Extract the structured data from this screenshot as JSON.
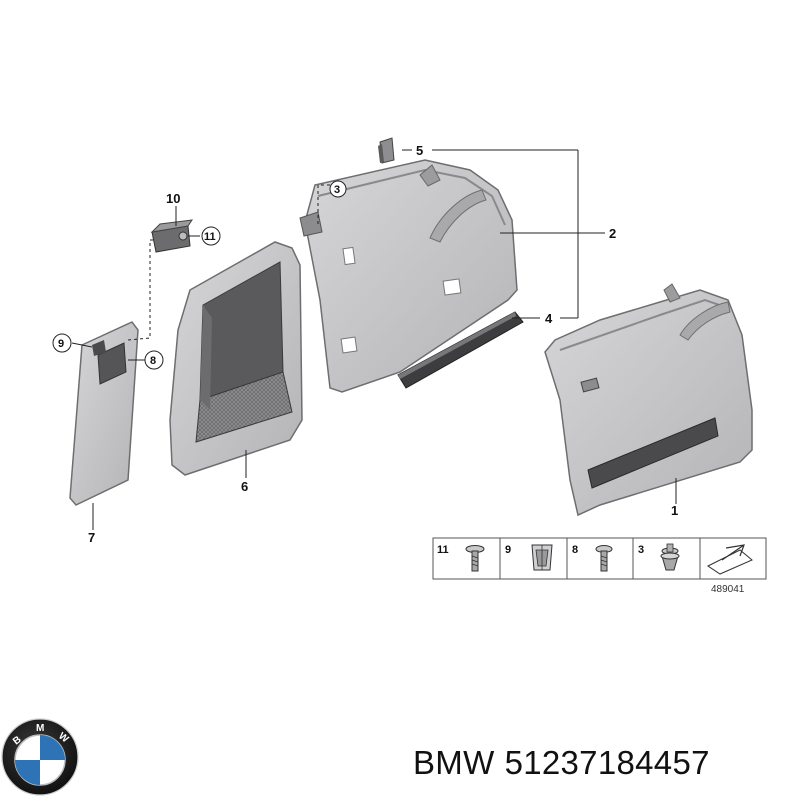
{
  "brand": "BMW",
  "part_number": "51237184457",
  "figure_number": "489041",
  "logo": {
    "letters": [
      "B",
      "M",
      "W"
    ],
    "blue": "#2f73b7",
    "dark": "#1a1a1a"
  },
  "callouts": {
    "c1": "1",
    "c2": "2",
    "c3": "3",
    "c4": "4",
    "c5": "5",
    "c6": "6",
    "c7": "7",
    "c8": "8",
    "c9": "9",
    "c10": "10",
    "c11": "11"
  },
  "fastener_legend": [
    {
      "number": "11",
      "part": "screw-icon"
    },
    {
      "number": "9",
      "part": "clip-nut-icon"
    },
    {
      "number": "8",
      "part": "screw-icon"
    },
    {
      "number": "3",
      "part": "expanding-rivet-icon"
    },
    {
      "number": "",
      "part": "direction-arrow-icon"
    }
  ],
  "colors": {
    "panel_fill": "#c8c8ca",
    "panel_edge": "#7a7a7c",
    "panel_shadow": "#9c9c9f",
    "mat": "#4a4a4c",
    "line": "#222222"
  }
}
